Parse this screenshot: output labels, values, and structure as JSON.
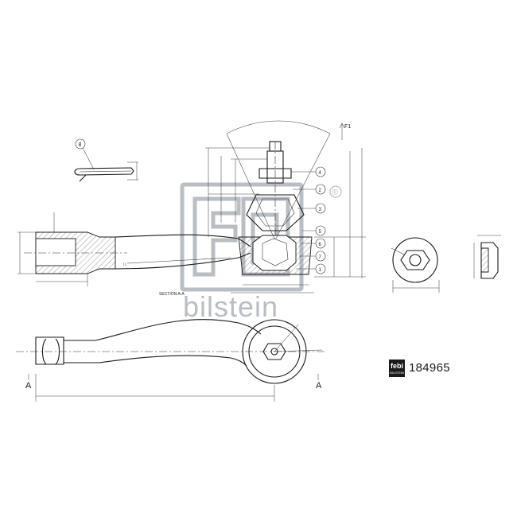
{
  "watermark": {
    "brand": "bilstein",
    "registered_mark": "®"
  },
  "part": {
    "number": "184965"
  },
  "brand_badge": {
    "text": "febi",
    "subtext": "BILSTEIN"
  },
  "drawing": {
    "section_label": "SECTION A-A",
    "section_marker_left": "A",
    "section_marker_right": "A",
    "force_label": "F1",
    "pin_callout": "8",
    "callouts": [
      "4",
      "2",
      "3",
      "5",
      "6",
      "7",
      "1"
    ]
  }
}
